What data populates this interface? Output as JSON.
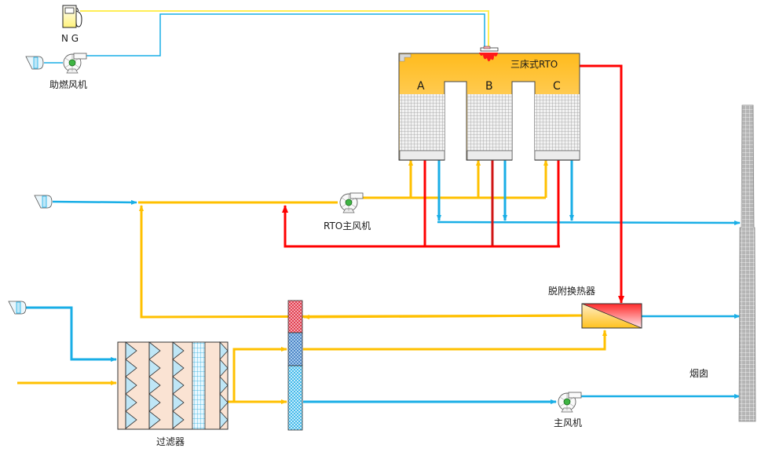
{
  "title": "三床式RTO 工艺流程图",
  "colors": {
    "fresh_air": "#19aee6",
    "voc_gas": "#ffc000",
    "hot_gas": "#ff0000",
    "ng_line": "#ffee55",
    "rto_fill_top": "#ffbe24",
    "rto_fill_bottom": "#ffe09a"
  },
  "labels": {
    "ng": "N G",
    "combustion_fan": "助燃风机",
    "rto": "三床式RTO",
    "bed_a": "A",
    "bed_b": "B",
    "bed_c": "C",
    "rto_main_fan": "RTO主风机",
    "desorption_hx": "脱附换热器",
    "chimney": "烟囱",
    "filter": "过滤器",
    "main_fan": "主风机"
  },
  "equipment": [
    {
      "id": "ng-source",
      "label_key": "ng"
    },
    {
      "id": "combustion-fan",
      "label_key": "combustion_fan"
    },
    {
      "id": "rto-unit",
      "label_key": "rto",
      "beds": [
        "A",
        "B",
        "C"
      ]
    },
    {
      "id": "rto-main-fan",
      "label_key": "rto_main_fan"
    },
    {
      "id": "desorption-heat-exchanger",
      "label_key": "desorption_hx"
    },
    {
      "id": "chimney",
      "label_key": "chimney"
    },
    {
      "id": "filter",
      "label_key": "filter"
    },
    {
      "id": "zeolite-rotor",
      "label_key": null
    },
    {
      "id": "main-fan",
      "label_key": "main_fan"
    }
  ]
}
